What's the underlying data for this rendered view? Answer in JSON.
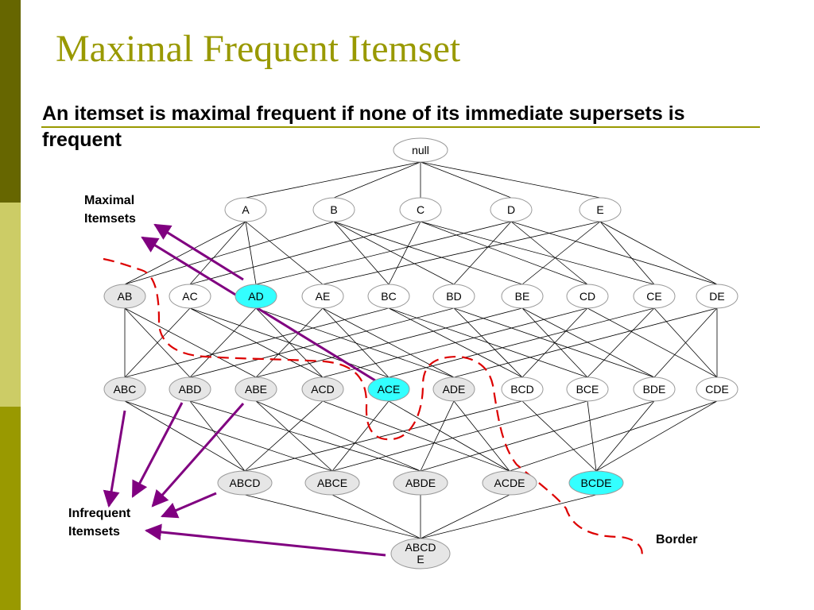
{
  "slide": {
    "title": "Maximal Frequent Itemset",
    "subtitle": "An itemset is maximal frequent if none of its immediate supersets is frequent"
  },
  "colors": {
    "title": "#999900",
    "sidebar": [
      "#666600",
      "#cccc66",
      "#999900"
    ],
    "maximal_fill": "#33ffff",
    "infrequent_fill": "#e6e6e6",
    "frequent_fill": "#ffffff",
    "arrow": "#800080",
    "border_line": "#dd0000"
  },
  "annotations": {
    "maximal": "Maximal Itemsets",
    "infrequent": "Infrequent Itemsets",
    "border": "Border"
  },
  "lattice": {
    "levels": [
      [
        {
          "label": "null",
          "status": "frequent"
        }
      ],
      [
        {
          "label": "A",
          "status": "frequent"
        },
        {
          "label": "B",
          "status": "frequent"
        },
        {
          "label": "C",
          "status": "frequent"
        },
        {
          "label": "D",
          "status": "frequent"
        },
        {
          "label": "E",
          "status": "frequent"
        }
      ],
      [
        {
          "label": "AB",
          "status": "infrequent"
        },
        {
          "label": "AC",
          "status": "frequent"
        },
        {
          "label": "AD",
          "status": "maximal"
        },
        {
          "label": "AE",
          "status": "frequent"
        },
        {
          "label": "BC",
          "status": "frequent"
        },
        {
          "label": "BD",
          "status": "frequent"
        },
        {
          "label": "BE",
          "status": "frequent"
        },
        {
          "label": "CD",
          "status": "frequent"
        },
        {
          "label": "CE",
          "status": "frequent"
        },
        {
          "label": "DE",
          "status": "frequent"
        }
      ],
      [
        {
          "label": "ABC",
          "status": "infrequent"
        },
        {
          "label": "ABD",
          "status": "infrequent"
        },
        {
          "label": "ABE",
          "status": "infrequent"
        },
        {
          "label": "ACD",
          "status": "infrequent"
        },
        {
          "label": "ACE",
          "status": "maximal"
        },
        {
          "label": "ADE",
          "status": "infrequent"
        },
        {
          "label": "BCD",
          "status": "frequent"
        },
        {
          "label": "BCE",
          "status": "frequent"
        },
        {
          "label": "BDE",
          "status": "frequent"
        },
        {
          "label": "CDE",
          "status": "frequent"
        }
      ],
      [
        {
          "label": "ABCD",
          "status": "infrequent"
        },
        {
          "label": "ABCE",
          "status": "infrequent"
        },
        {
          "label": "ABDE",
          "status": "infrequent"
        },
        {
          "label": "ACDE",
          "status": "infrequent"
        },
        {
          "label": "BCDE",
          "status": "maximal"
        }
      ],
      [
        {
          "label": "ABCDE",
          "status": "infrequent",
          "display": [
            "ABCD",
            "E"
          ]
        }
      ]
    ]
  }
}
